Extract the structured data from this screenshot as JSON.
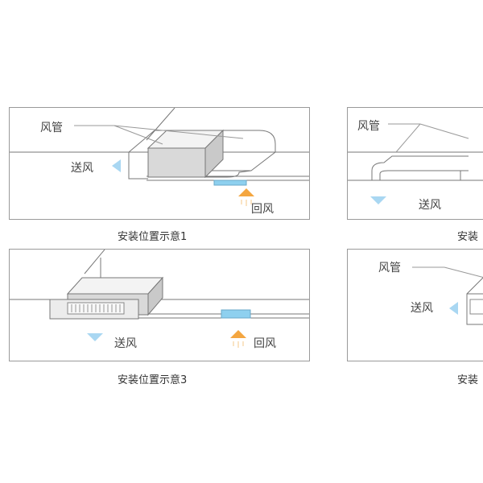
{
  "labels": {
    "duct": "风管",
    "supply_air": "送风",
    "return_air": "回风"
  },
  "captions": {
    "c1": "安装位置示意1",
    "c2": "安装",
    "c3": "安装位置示意3",
    "c4": "安装"
  },
  "colors": {
    "supply_arrow": "#a9d7f2",
    "return_arrow": "#f4a640",
    "grille": "#8ed0ef"
  },
  "icons": {
    "supply": "arrow-down-icon",
    "return": "arrow-up-icon"
  }
}
